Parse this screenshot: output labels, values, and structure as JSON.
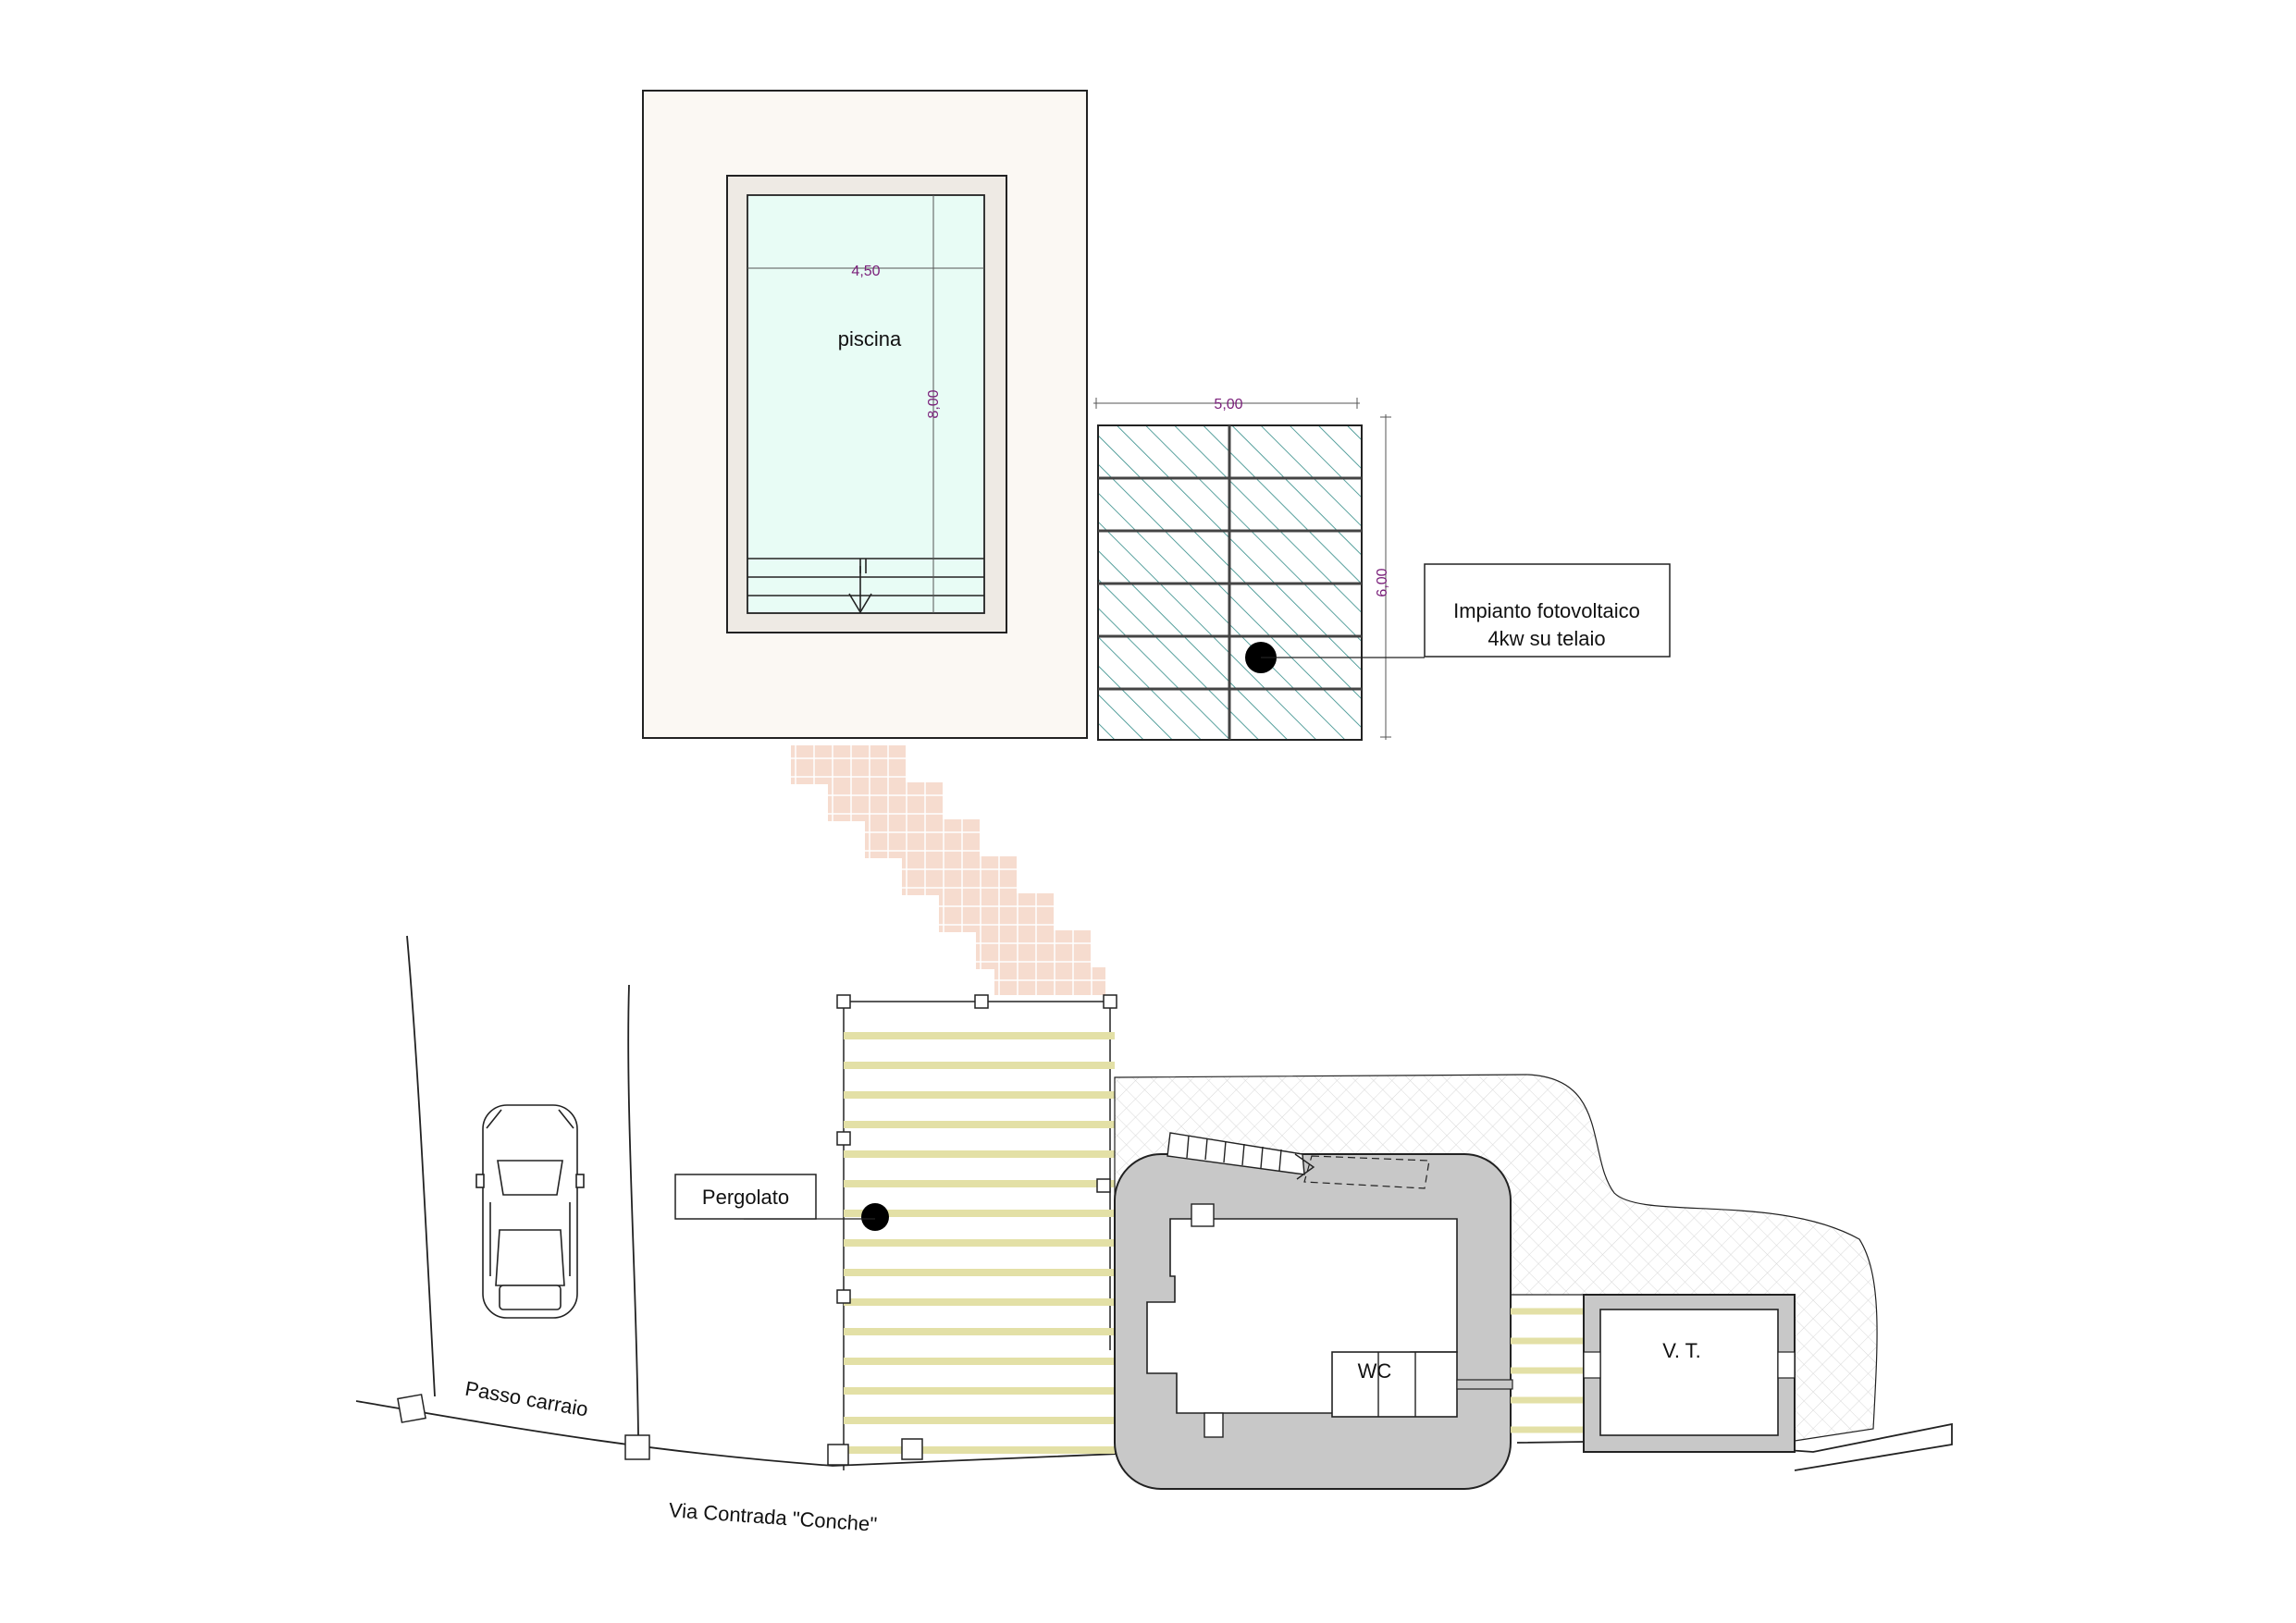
{
  "labels": {
    "pool": "piscina",
    "pool_width": "4,50",
    "pool_length": "8,00",
    "solar_width": "5,00",
    "solar_height": "6,00",
    "solar_line1": "Impianto fotovoltaico",
    "solar_line2": "4kw su telaio",
    "pergola": "Pergolato",
    "driveway": "Passo carraio",
    "road": "Via Contrada \"Conche\"",
    "wc": "WC",
    "vt": "V. T."
  },
  "colors": {
    "pool_water": "#e8fcf5",
    "pool_deck": "#fbf8f3",
    "paving": "#f6dccf",
    "solar_hatch": "#2f8a86",
    "pergola_slat": "#e3e0a6",
    "wall": "#c8c8c8",
    "dimension_text": "#7a1f7a"
  }
}
